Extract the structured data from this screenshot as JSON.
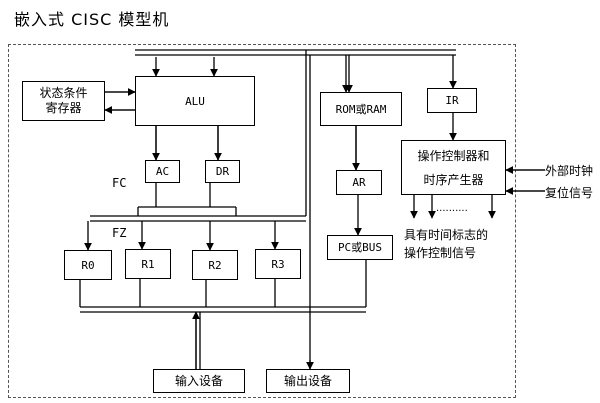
{
  "title": "嵌入式 CISC 模型机",
  "blocks": {
    "status": "状态条件\n寄存器",
    "alu": "ALU",
    "ac": "AC",
    "dr": "DR",
    "rom": "ROM或RAM",
    "ir": "IR",
    "ctrl": "操作控制器和\n时序产生器",
    "ar": "AR",
    "pc": "PC或BUS",
    "r0": "R0",
    "r1": "R1",
    "r2": "R2",
    "r3": "R3",
    "in": "输入设备",
    "out": "输出设备"
  },
  "labels": {
    "fc": "FC",
    "fz": "FZ",
    "clock": "外部时钟",
    "reset": "复位信号",
    "dots": "..........",
    "signals": "具有时间标志的\n操作控制信号"
  }
}
